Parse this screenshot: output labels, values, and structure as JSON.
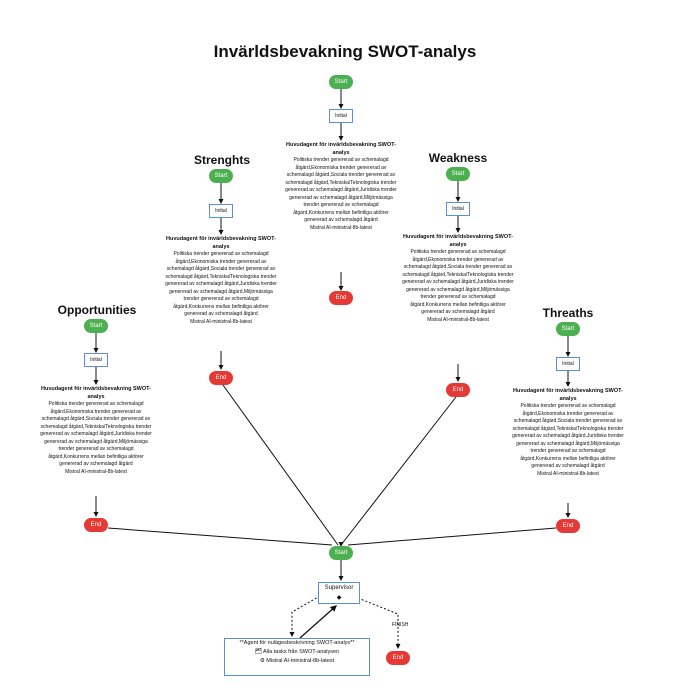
{
  "title": "Invärldsbevakning SWOT-analys",
  "sections": {
    "strenghts": {
      "title": "Strenghts"
    },
    "weakness": {
      "title": "Weakness"
    },
    "opportunities": {
      "title": "Opportunities"
    },
    "threaths": {
      "title": "Threaths"
    }
  },
  "nodes": {
    "start": "Start",
    "end": "End",
    "initial": "Initial"
  },
  "agent_block": {
    "head": "Huvudagent för invärldsbevakning SWOT-analys",
    "body": "Politiska trender genererad av schemalagd åtgärd,Ekonomiska trender genererad av schemalagd åtgärd,Sociala trender genererad av schemalagd åtgärd,Tekniska/Teknologiska trender genererad av schemalagd åtgärd,Juridiska trender genererad av schemalagd åtgärd,Miljömässiga trender genererad av schemalagd åtgärd,Konkurrens mellan befintliga aktörer genererad av schemalagd åtgärd",
    "model": "Mistral AI-ministral-8b-latest"
  },
  "supervisor": {
    "label": "Supervisor",
    "glyph": "◆"
  },
  "finish_label": "FINISH",
  "agent_box": {
    "title": "**Agent för nulägesbeskrivning SWOT-analys**",
    "item1": "🗂 Alla tasks från SWOT-analysen",
    "item2": "⚙ Mistral AI-ministral-8b-latest"
  }
}
